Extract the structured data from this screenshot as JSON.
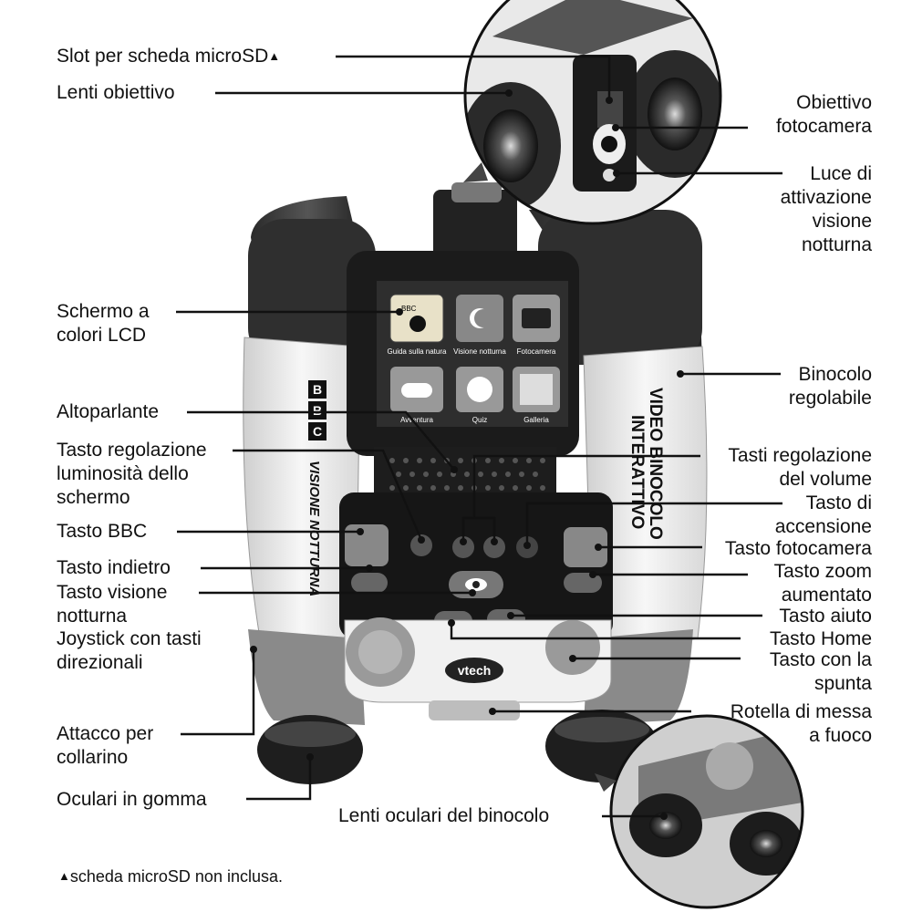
{
  "labels": {
    "microsd_slot": "Slot per scheda microSD",
    "microsd_mark": "▲",
    "lenti_obiettivo": "Lenti obiettivo",
    "obiettivo_fotocamera": [
      "Obiettivo",
      "fotocamera"
    ],
    "luce_visione_notturna": [
      "Luce di",
      "attivazione",
      "visione",
      "notturna"
    ],
    "schermo_lcd": [
      "Schermo a",
      "colori LCD"
    ],
    "binocolo_regolabile": [
      "Binocolo",
      "regolabile"
    ],
    "altoparlante": "Altoparlante",
    "tasto_luminosita": [
      "Tasto regolazione",
      "luminosità dello",
      "schermo"
    ],
    "tasti_volume": [
      "Tasti regolazione",
      "del volume"
    ],
    "tasto_accensione": [
      "Tasto di",
      "accensione"
    ],
    "tasto_bbc": "Tasto BBC",
    "tasto_fotocamera": "Tasto fotocamera",
    "tasto_indietro": "Tasto indietro",
    "tasto_zoom": [
      "Tasto zoom",
      "aumentato"
    ],
    "tasto_visione_notturna": [
      "Tasto visione",
      "notturna"
    ],
    "tasto_aiuto": "Tasto aiuto",
    "joystick": [
      "Joystick con tasti",
      "direzionali"
    ],
    "tasto_home": "Tasto Home",
    "tasto_spunta": [
      "Tasto con la",
      "spunta"
    ],
    "rotella_fuoco": [
      "Rotella di messa",
      "a fuoco"
    ],
    "attacco_collarino": [
      "Attacco per",
      "collarino"
    ],
    "oculari_gomma": "Oculari in gomma",
    "lenti_oculari": "Lenti oculari del binocolo",
    "footnote_mark": "▲",
    "footnote": "scheda microSD non inclusa."
  },
  "screen": {
    "apps": [
      "Guida sulla natura",
      "Visione notturna",
      "Fotocamera",
      "Avventura",
      "Quiz",
      "Galleria"
    ],
    "bbc_badge": "BBC"
  },
  "device": {
    "left_side_text": "VISIONE NOTTURNA",
    "right_side_text": [
      "VIDEO BINOCOLO",
      "INTERATTIVO"
    ],
    "brand": "vtech",
    "bbc": [
      "B",
      "B",
      "C"
    ]
  }
}
